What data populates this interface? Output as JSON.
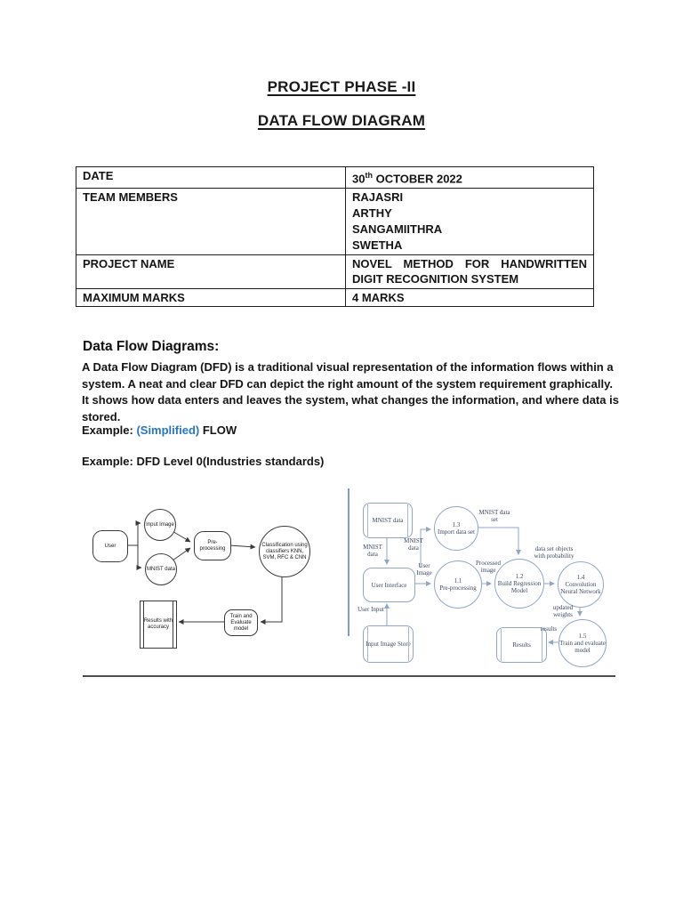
{
  "doc": {
    "title_line1": "PROJECT PHASE -II",
    "title_line2": "DATA FLOW DIAGRAM"
  },
  "info_table": {
    "date_label": "DATE",
    "date_day": "30",
    "date_ordinal": "th",
    "date_rest": " OCTOBER 2022",
    "team_label": "TEAM MEMBERS",
    "team_members": [
      "RAJASRI",
      "ARTHY",
      "SANGAMIITHRA",
      "SWETHA"
    ],
    "project_label": "PROJECT NAME",
    "project_value": "NOVEL METHOD FOR HANDWRITTEN DIGIT RECOGNITION SYSTEM",
    "marks_label": "MAXIMUM MARKS",
    "marks_value": "4 MARKS"
  },
  "section": {
    "heading": "Data Flow Diagrams:",
    "paragraph": "A Data Flow Diagram (DFD) is a traditional visual representation of the information flows within a system. A neat and clear DFD can depict the right amount of the system requirement graphically. It shows how data enters and leaves the system, what changes the information, and where data is stored.",
    "example1_label": "Example:",
    "example1_highlight": "(Simplified)",
    "example1_rest": "FLOW",
    "example2_label": "Example:",
    "example2_rest": "DFD Level 0(Industries standards)",
    "highlight_color": "#2776C6"
  },
  "simplified_flow_diagram": {
    "user": "User",
    "input_image": "Input Image",
    "mnist_data": "MNIST data",
    "preprocessing": "Pre-processing",
    "classification": "Classification using classifiers KNN, SVM, RFC & CNN",
    "train_evaluate": "Train and Evaluate model",
    "results": "Results with accuracy",
    "stroke_color": "#3a3a3a"
  },
  "dfd_level0_diagram": {
    "mnist_store": "MNIST data",
    "import_num": "1.3",
    "import_name": "Import data set",
    "user_interface": "User Interface",
    "preprocess_num": "1.1",
    "preprocess_name": "Pre-processing",
    "regression_num": "1.2",
    "regression_name": "Build Regression Model",
    "cnn_num": "1.4",
    "cnn_name": "Convolution Neural Network",
    "train_num": "1.5",
    "train_name": "Train and evaluate model",
    "results_store": "Results",
    "input_store": "Input Image Store",
    "edge_mnist_data_left": "MNIST data",
    "edge_mnist_data_mid": "MNIST data",
    "edge_mnist_data_set": "MNIST data set",
    "edge_user_image": "User Image",
    "edge_processed_image": "Processed image",
    "edge_dataset_objects": "data set objects with probability",
    "edge_updated_weights": "updated weights",
    "edge_results": "results",
    "edge_user_input": "User Input",
    "stroke_color": "#93a5c4",
    "text_color": "#3d4968",
    "border_line_color": "#7d9cc9"
  }
}
